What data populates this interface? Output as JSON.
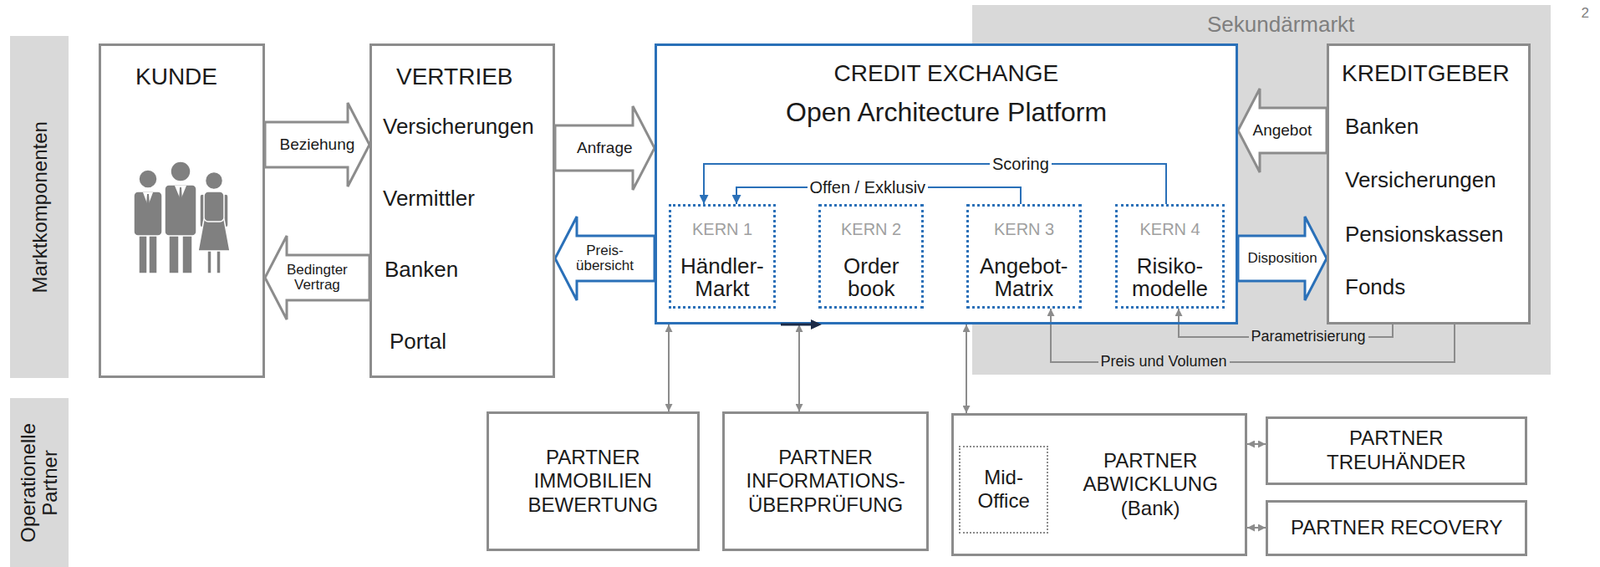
{
  "diagram": {
    "nodes": [
      {
        "text": [
          "Marktkomponenten"
        ]
      },
      {
        "text": [
          "KUNDE"
        ]
      },
      {
        "text": [
          "VERTRIEB",
          "Versicherungen",
          "Vermittler",
          "Banken",
          "Portal"
        ]
      },
      {
        "text": [
          "CREDIT EXCHANGE",
          "Open Architecture Platform"
        ]
      },
      {
        "text": [
          "KERN 1",
          "Händler- Markt"
        ],
        "in": 3
      },
      {
        "text": [
          "KERN 2",
          "Order book"
        ],
        "in": 3
      },
      {
        "text": [
          "KERN 3",
          "Angebot- Matrix"
        ],
        "in": 3
      },
      {
        "text": [
          "KERN 4",
          "Risiko- modelle"
        ],
        "in": 3
      },
      {
        "text": [
          "Sekundärmarkt"
        ]
      },
      {
        "text": [
          "KREDITGEBER",
          "Banken",
          "Versicherungen",
          "Pensionskassen",
          "Fonds"
        ],
        "in": 8
      },
      {
        "text": [
          "Operationelle Partner"
        ]
      },
      {
        "text": [
          "PARTNER IMMOBILIEN BEWERTUNG"
        ]
      },
      {
        "text": [
          "PARTNER INFORMATIONS- ÜBERPRÜFUNG"
        ]
      },
      {
        "text": [
          "PARTNER ABWICKLUNG (Bank)"
        ]
      },
      {
        "text": [
          "Mid- Office"
        ],
        "in": 13
      },
      {
        "text": [
          "PARTNER TREUHÄNDER"
        ]
      },
      {
        "text": [
          "PARTNER RECOVERY"
        ]
      }
    ],
    "edges": [
      {
        "from": 1,
        "to": 2,
        "arrow": "to",
        "label": "Beziehung"
      },
      {
        "from": 2,
        "to": 1,
        "arrow": "to",
        "label": "Bedingter Vertrag"
      },
      {
        "from": 2,
        "to": 3,
        "arrow": "to",
        "label": "Anfrage"
      },
      {
        "from": 3,
        "to": 2,
        "arrow": "to",
        "label": "Preis- übersicht"
      },
      {
        "from": 9,
        "to": 3,
        "arrow": "to",
        "label": "Angebot"
      },
      {
        "from": 3,
        "to": 9,
        "arrow": "to",
        "label": "Disposition"
      },
      {
        "from": 7,
        "to": 4,
        "arrow": "to",
        "label": "Scoring"
      },
      {
        "from": 6,
        "to": 4,
        "arrow": "to",
        "label": "Offen / Exklusiv"
      },
      {
        "from": 9,
        "to": 7,
        "arrow": "to",
        "label": "Parametrisierung"
      },
      {
        "from": 9,
        "to": 6,
        "arrow": "to",
        "label": "Preis und Volumen"
      },
      {
        "from": 3,
        "to": 11,
        "arrow": "both"
      },
      {
        "from": 3,
        "to": 12,
        "arrow": "both"
      },
      {
        "from": 3,
        "to": 13,
        "arrow": "both"
      },
      {
        "from": 13,
        "to": 15,
        "arrow": "both"
      },
      {
        "from": 13,
        "to": 16,
        "arrow": "both"
      }
    ],
    "labels": [
      "2"
    ]
  }
}
